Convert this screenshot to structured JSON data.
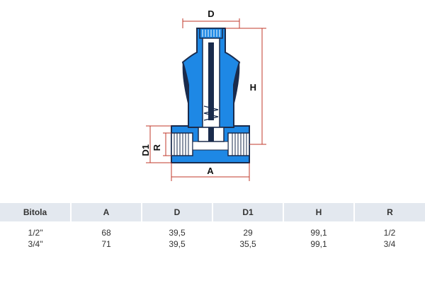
{
  "colors": {
    "dimension_line": "#c0392b",
    "body_blue": "#1e88e5",
    "body_dark": "#1a2b4c",
    "header_bg": "#e3e8ef"
  },
  "diagram": {
    "labels": {
      "D": "D",
      "H": "H",
      "D1": "D1",
      "R": "R",
      "A": "A"
    }
  },
  "table": {
    "headers": [
      "Bitola",
      "A",
      "D",
      "D1",
      "H",
      "R"
    ],
    "rows": [
      [
        "1/2\"",
        "68",
        "39,5",
        "29",
        "99,1",
        "1/2"
      ],
      [
        "3/4\"",
        "71",
        "39,5",
        "35,5",
        "99,1",
        "3/4"
      ]
    ]
  }
}
